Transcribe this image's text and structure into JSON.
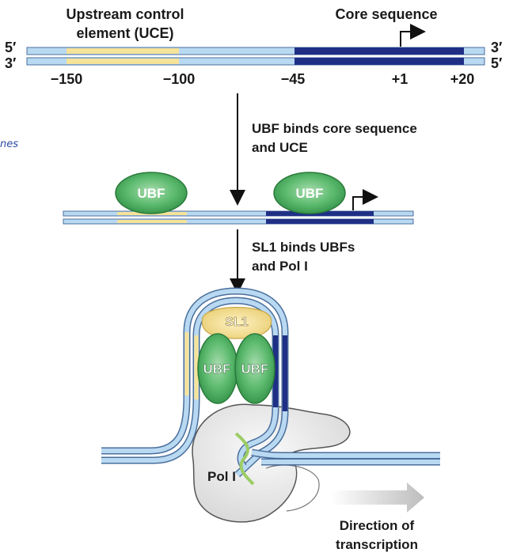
{
  "top": {
    "uce_label_line1": "Upstream control",
    "uce_label_line2": "element (UCE)",
    "core_label": "Core sequence",
    "strand_top_left": "5′",
    "strand_bottom_left": "3′",
    "strand_top_right": "3′",
    "strand_bottom_right": "5′",
    "positions": [
      "−150",
      "−100",
      "−45",
      "+1",
      "+20"
    ]
  },
  "step1": {
    "line1": "UBF binds core sequence",
    "line2": "and UCE"
  },
  "middle": {
    "ubf_left": "UBF",
    "ubf_right": "UBF"
  },
  "step2": {
    "line1": "SL1 binds UBFs",
    "line2": "and Pol I"
  },
  "bottom": {
    "sl1": "SL1",
    "ubf_left": "UBF",
    "ubf_right": "UBF",
    "pol": "Pol I",
    "direction_line1": "Direction of",
    "direction_line2": "transcription"
  },
  "margin_note": "nes",
  "colors": {
    "dna_light": "#b9d9f2",
    "dna_edge": "#4a6f9c",
    "uce_yellow": "#f6e39a",
    "core_dark": "#1f2f86",
    "ubf_green": "#3aa655",
    "sl1_yellow": "#f2d98c",
    "pol_gray": "#e7e7e7",
    "rna_green": "#9ccc65",
    "arrow_gray": "#c9c9c9"
  }
}
